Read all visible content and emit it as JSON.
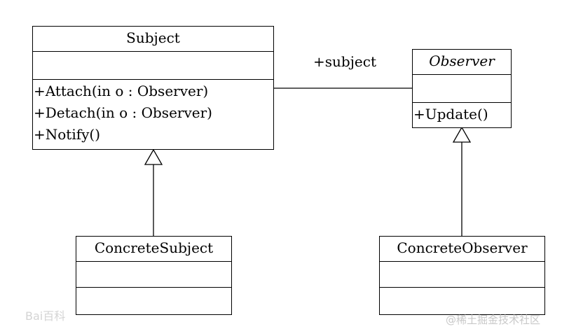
{
  "classes": {
    "subject": {
      "name": "Subject",
      "operations": [
        "+Attach(in o : Observer)",
        "+Detach(in o : Observer)",
        "+Notify()"
      ]
    },
    "observer": {
      "name": "Observer",
      "operations": [
        "+Update()"
      ]
    },
    "concrete_subject": {
      "name": "ConcreteSubject"
    },
    "concrete_observer": {
      "name": "ConcreteObserver"
    }
  },
  "association": {
    "label": "+subject"
  },
  "watermarks": {
    "left": "Bai百科",
    "right": "@稀土掘金技术社区"
  }
}
